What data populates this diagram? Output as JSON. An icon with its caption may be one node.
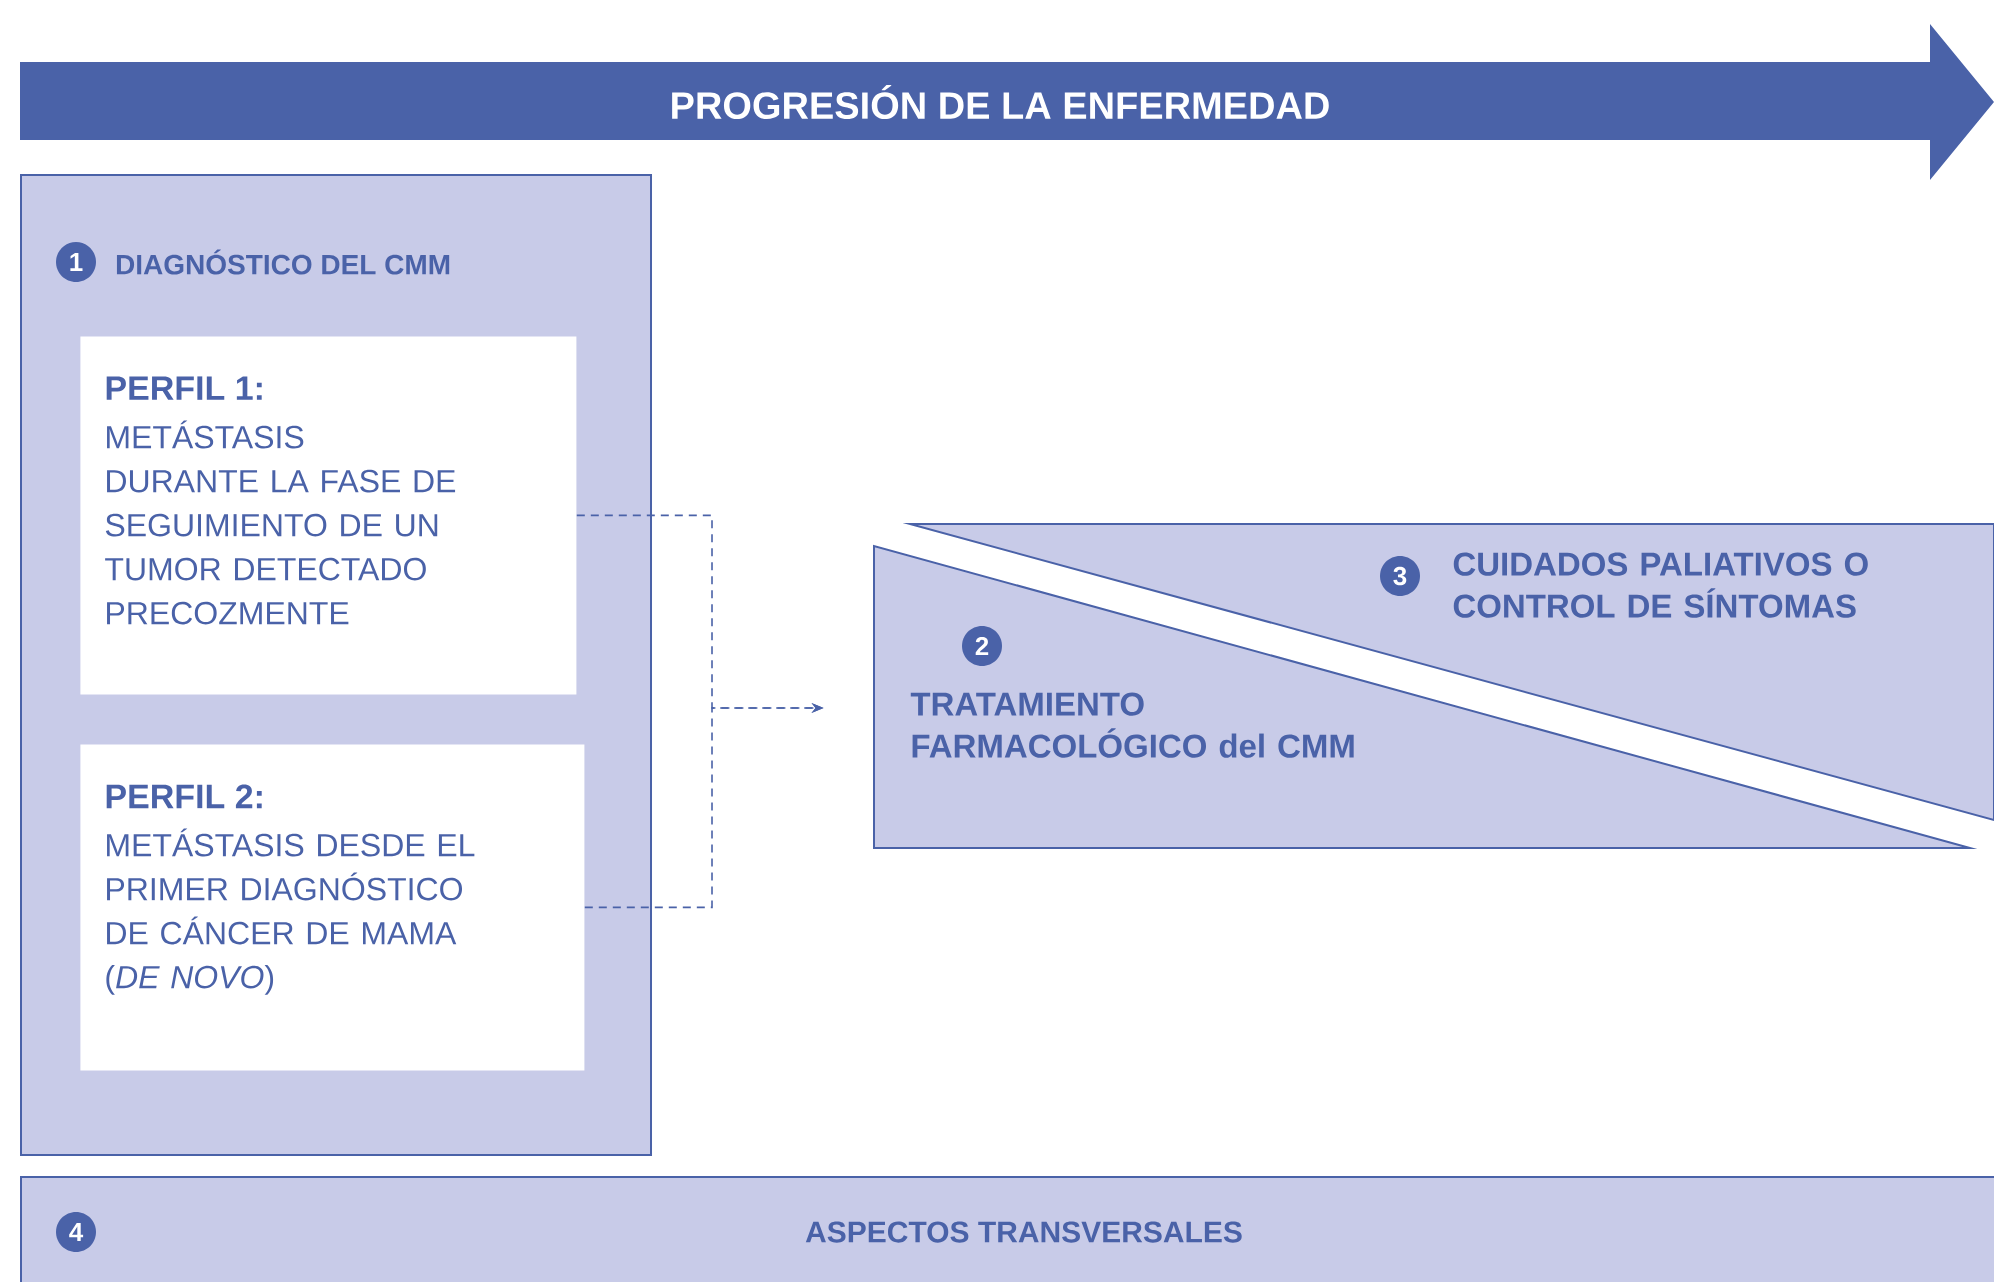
{
  "diagram": {
    "nodes": [
      {
        "text": [
          "PROGRESIÓN DE LA ENFERMEDAD"
        ]
      },
      {
        "text": [
          "1",
          "DIAGNÓSTICO DEL CMM"
        ]
      },
      {
        "text": [
          "PERFIL 1:",
          "METÁSTASIS DURANTE LA FASE DE SEGUIMIENTO DE UN TUMOR DETECTADO PRECOZMENTE"
        ],
        "in": 1
      },
      {
        "text": [
          "PERFIL 2:",
          "METÁSTASIS DESDE EL PRIMER DIAGNÓSTICO DE CÁNCER DE MAMA (*DE NOVO*)"
        ],
        "in": 1
      },
      {
        "text": [
          "2",
          "TRATAMIENTO FARMACOLÓGICO del CMM"
        ]
      },
      {
        "text": [
          "3",
          "CUIDADOS PALIATIVOS O CONTROL DE SÍNTOMAS"
        ]
      },
      {
        "text": [
          "4",
          "ASPECTOS TRANSVERSALES"
        ]
      }
    ],
    "edges": [
      {
        "from": 2,
        "to": 4,
        "arrow": "to",
        "style": "dashed"
      },
      {
        "from": 3,
        "to": 4,
        "arrow": "to",
        "style": "dashed"
      }
    ]
  }
}
